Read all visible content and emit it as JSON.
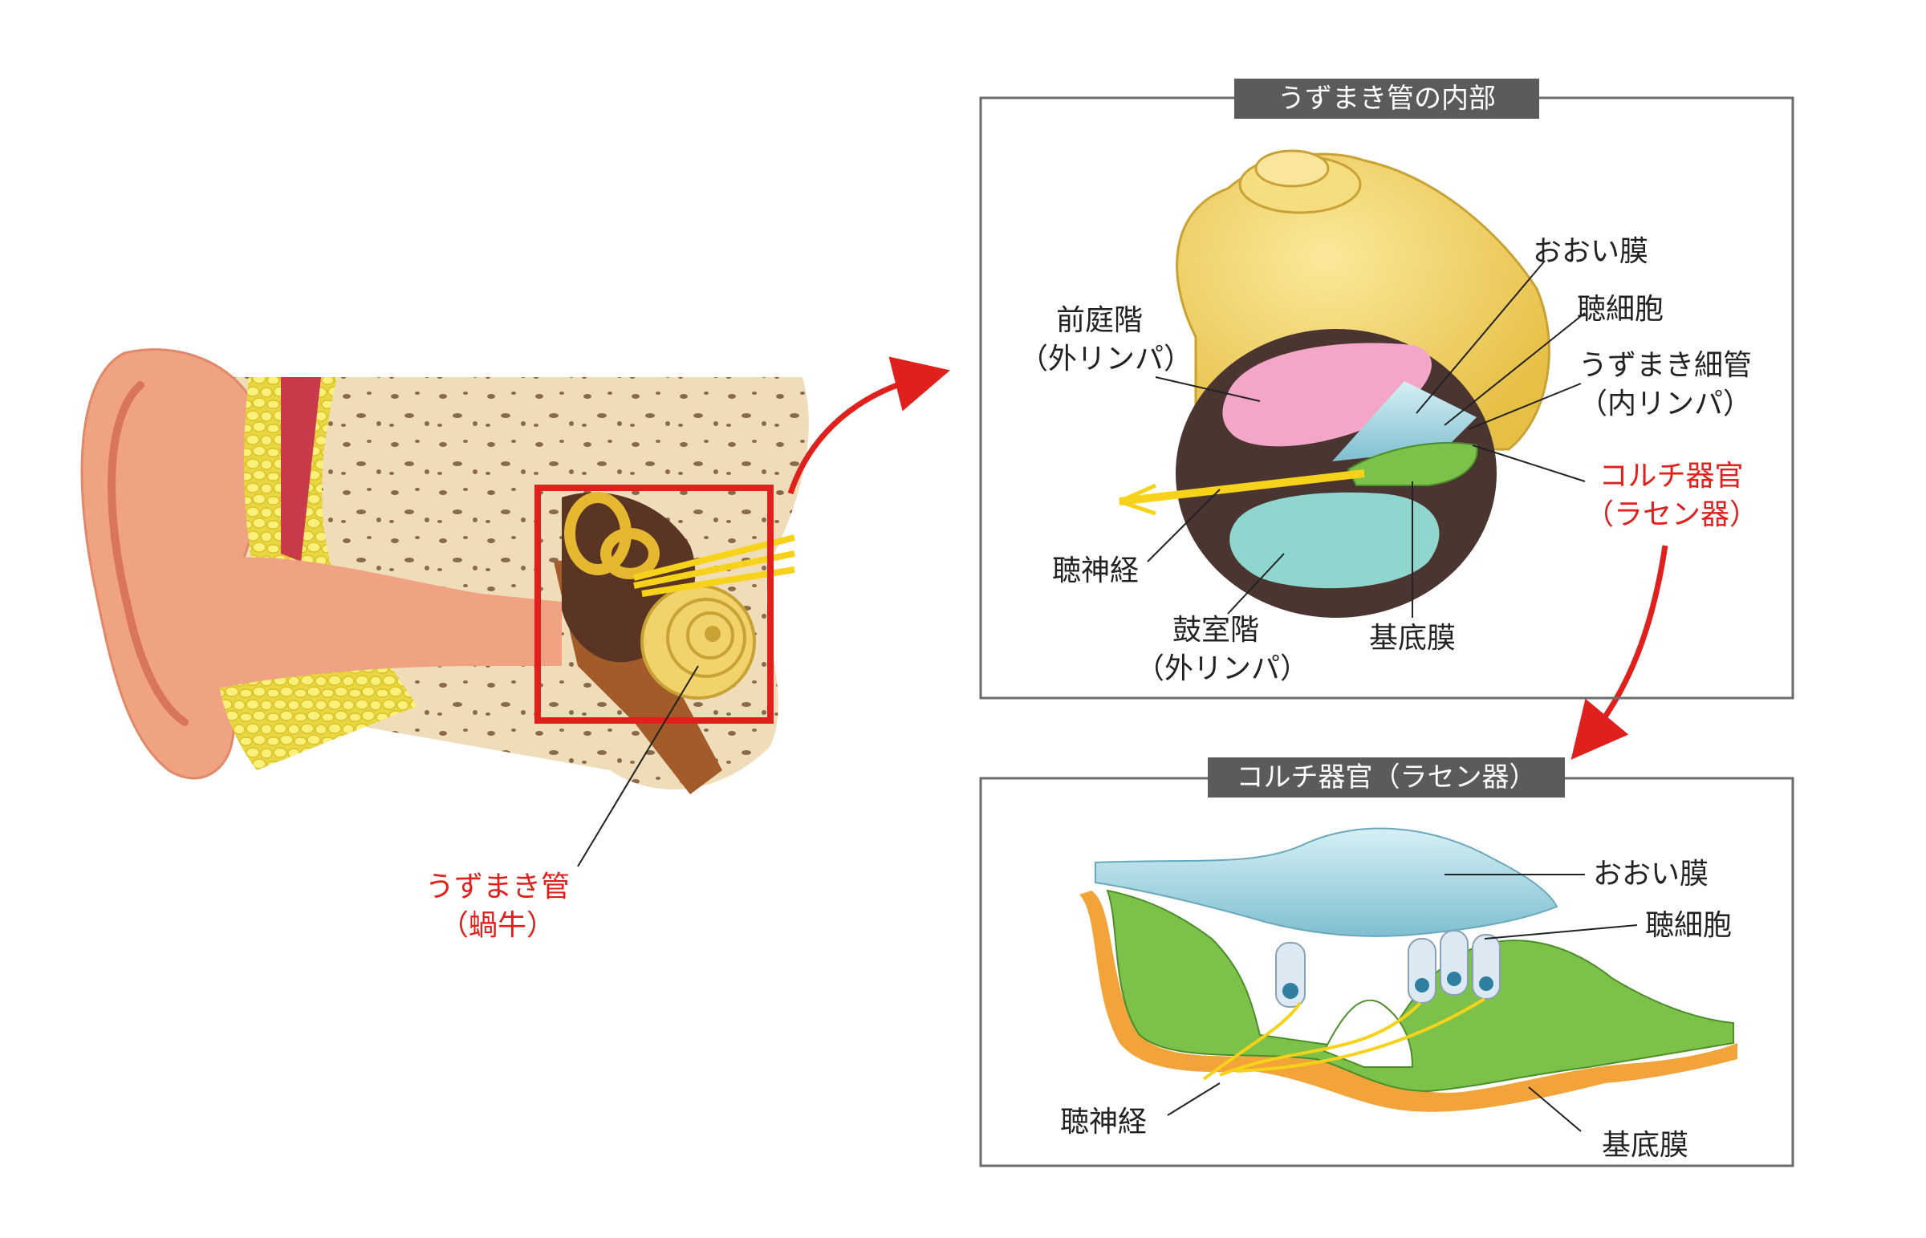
{
  "ear_callout": {
    "label_line1": "うずまき管",
    "label_line2": "（蝸牛）"
  },
  "cochlea_panel": {
    "title": "うずまき管の内部",
    "labels": {
      "scala_vestibuli_line1": "前庭階",
      "scala_vestibuli_line2": "（外リンパ）",
      "tectorial_membrane": "おおい膜",
      "hair_cells": "聴細胞",
      "cochlear_duct_line1": "うずまき細管",
      "cochlear_duct_line2": "（内リンパ）",
      "organ_of_corti_line1": "コルチ器官",
      "organ_of_corti_line2": "（ラセン器）",
      "auditory_nerve": "聴神経",
      "scala_tympani_line1": "鼓室階",
      "scala_tympani_line2": "（外リンパ）",
      "basilar_membrane": "基底膜"
    }
  },
  "corti_panel": {
    "title": "コルチ器官（ラセン器）",
    "labels": {
      "tectorial_membrane": "おおい膜",
      "hair_cells": "聴細胞",
      "auditory_nerve": "聴神経",
      "basilar_membrane": "基底膜"
    }
  },
  "colors": {
    "highlight": "#e0201c",
    "panel_border": "#6b6b6b",
    "panel_title_bg": "#5b5b5b",
    "scala_vestibuli": "#f3a6c8",
    "scala_tympani": "#8fd6cf",
    "cochlea_shell": "#f2d36b",
    "tissue": "#4a3530",
    "corti_cells": "#7cc24a",
    "tectorial": "#9fd3e0"
  }
}
